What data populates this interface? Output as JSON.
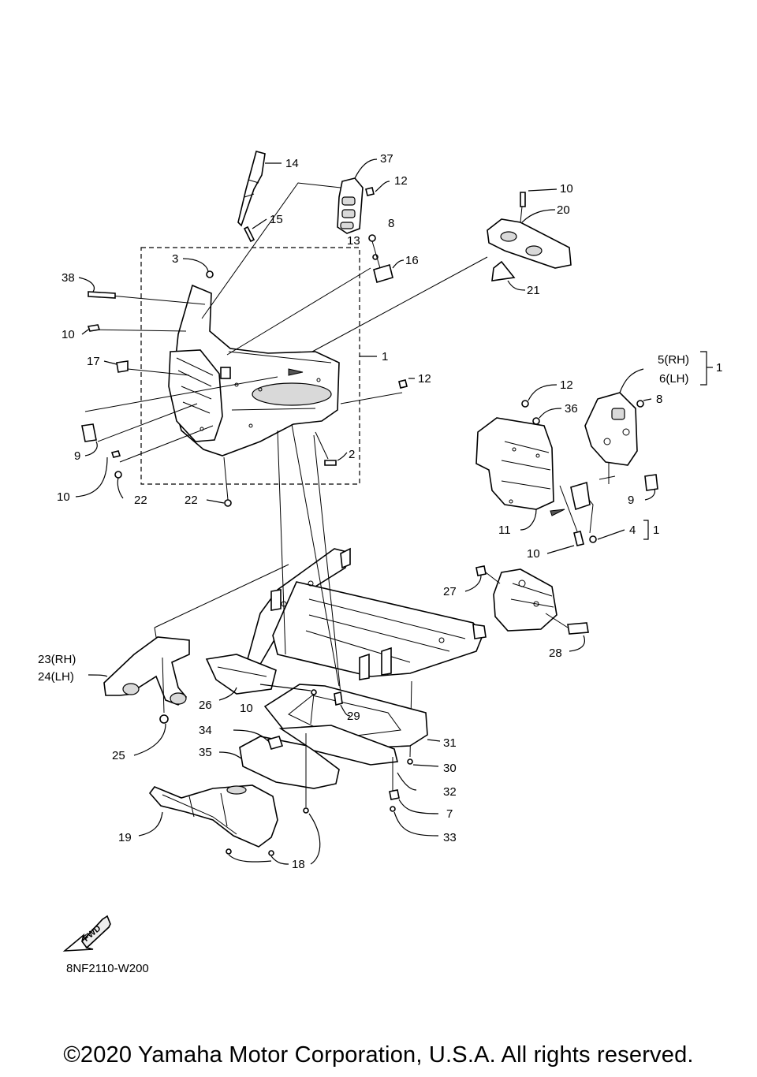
{
  "callouts": {
    "c1": "1",
    "c2": "2",
    "c3": "3",
    "c4": "4",
    "c4b": "1",
    "c5": "5(RH)",
    "c6": "6(LH)",
    "c56b": "1",
    "c7": "7",
    "c8a": "8",
    "c8b": "8",
    "c9a": "9",
    "c9b": "9",
    "c10a": "10",
    "c10b": "10",
    "c10c": "10",
    "c10d": "10",
    "c10e": "10",
    "c11": "11",
    "c12a": "12",
    "c12b": "12",
    "c12c": "12",
    "c13": "13",
    "c14": "14",
    "c15": "15",
    "c16": "16",
    "c17": "17",
    "c18": "18",
    "c19": "19",
    "c20": "20",
    "c21": "21",
    "c22a": "22",
    "c22b": "22",
    "c23": "23(RH)",
    "c24": "24(LH)",
    "c25": "25",
    "c26": "26",
    "c27": "27",
    "c28": "28",
    "c29": "29",
    "c30": "30",
    "c31": "31",
    "c32": "32",
    "c33": "33",
    "c34": "34",
    "c35": "35",
    "c36": "36",
    "c37": "37",
    "c38": "38"
  },
  "fwd_label": "FWD",
  "diagram_code": "8NF2110-W200",
  "copyright": "©2020 Yamaha Motor Corporation, U.S.A. All rights reserved."
}
